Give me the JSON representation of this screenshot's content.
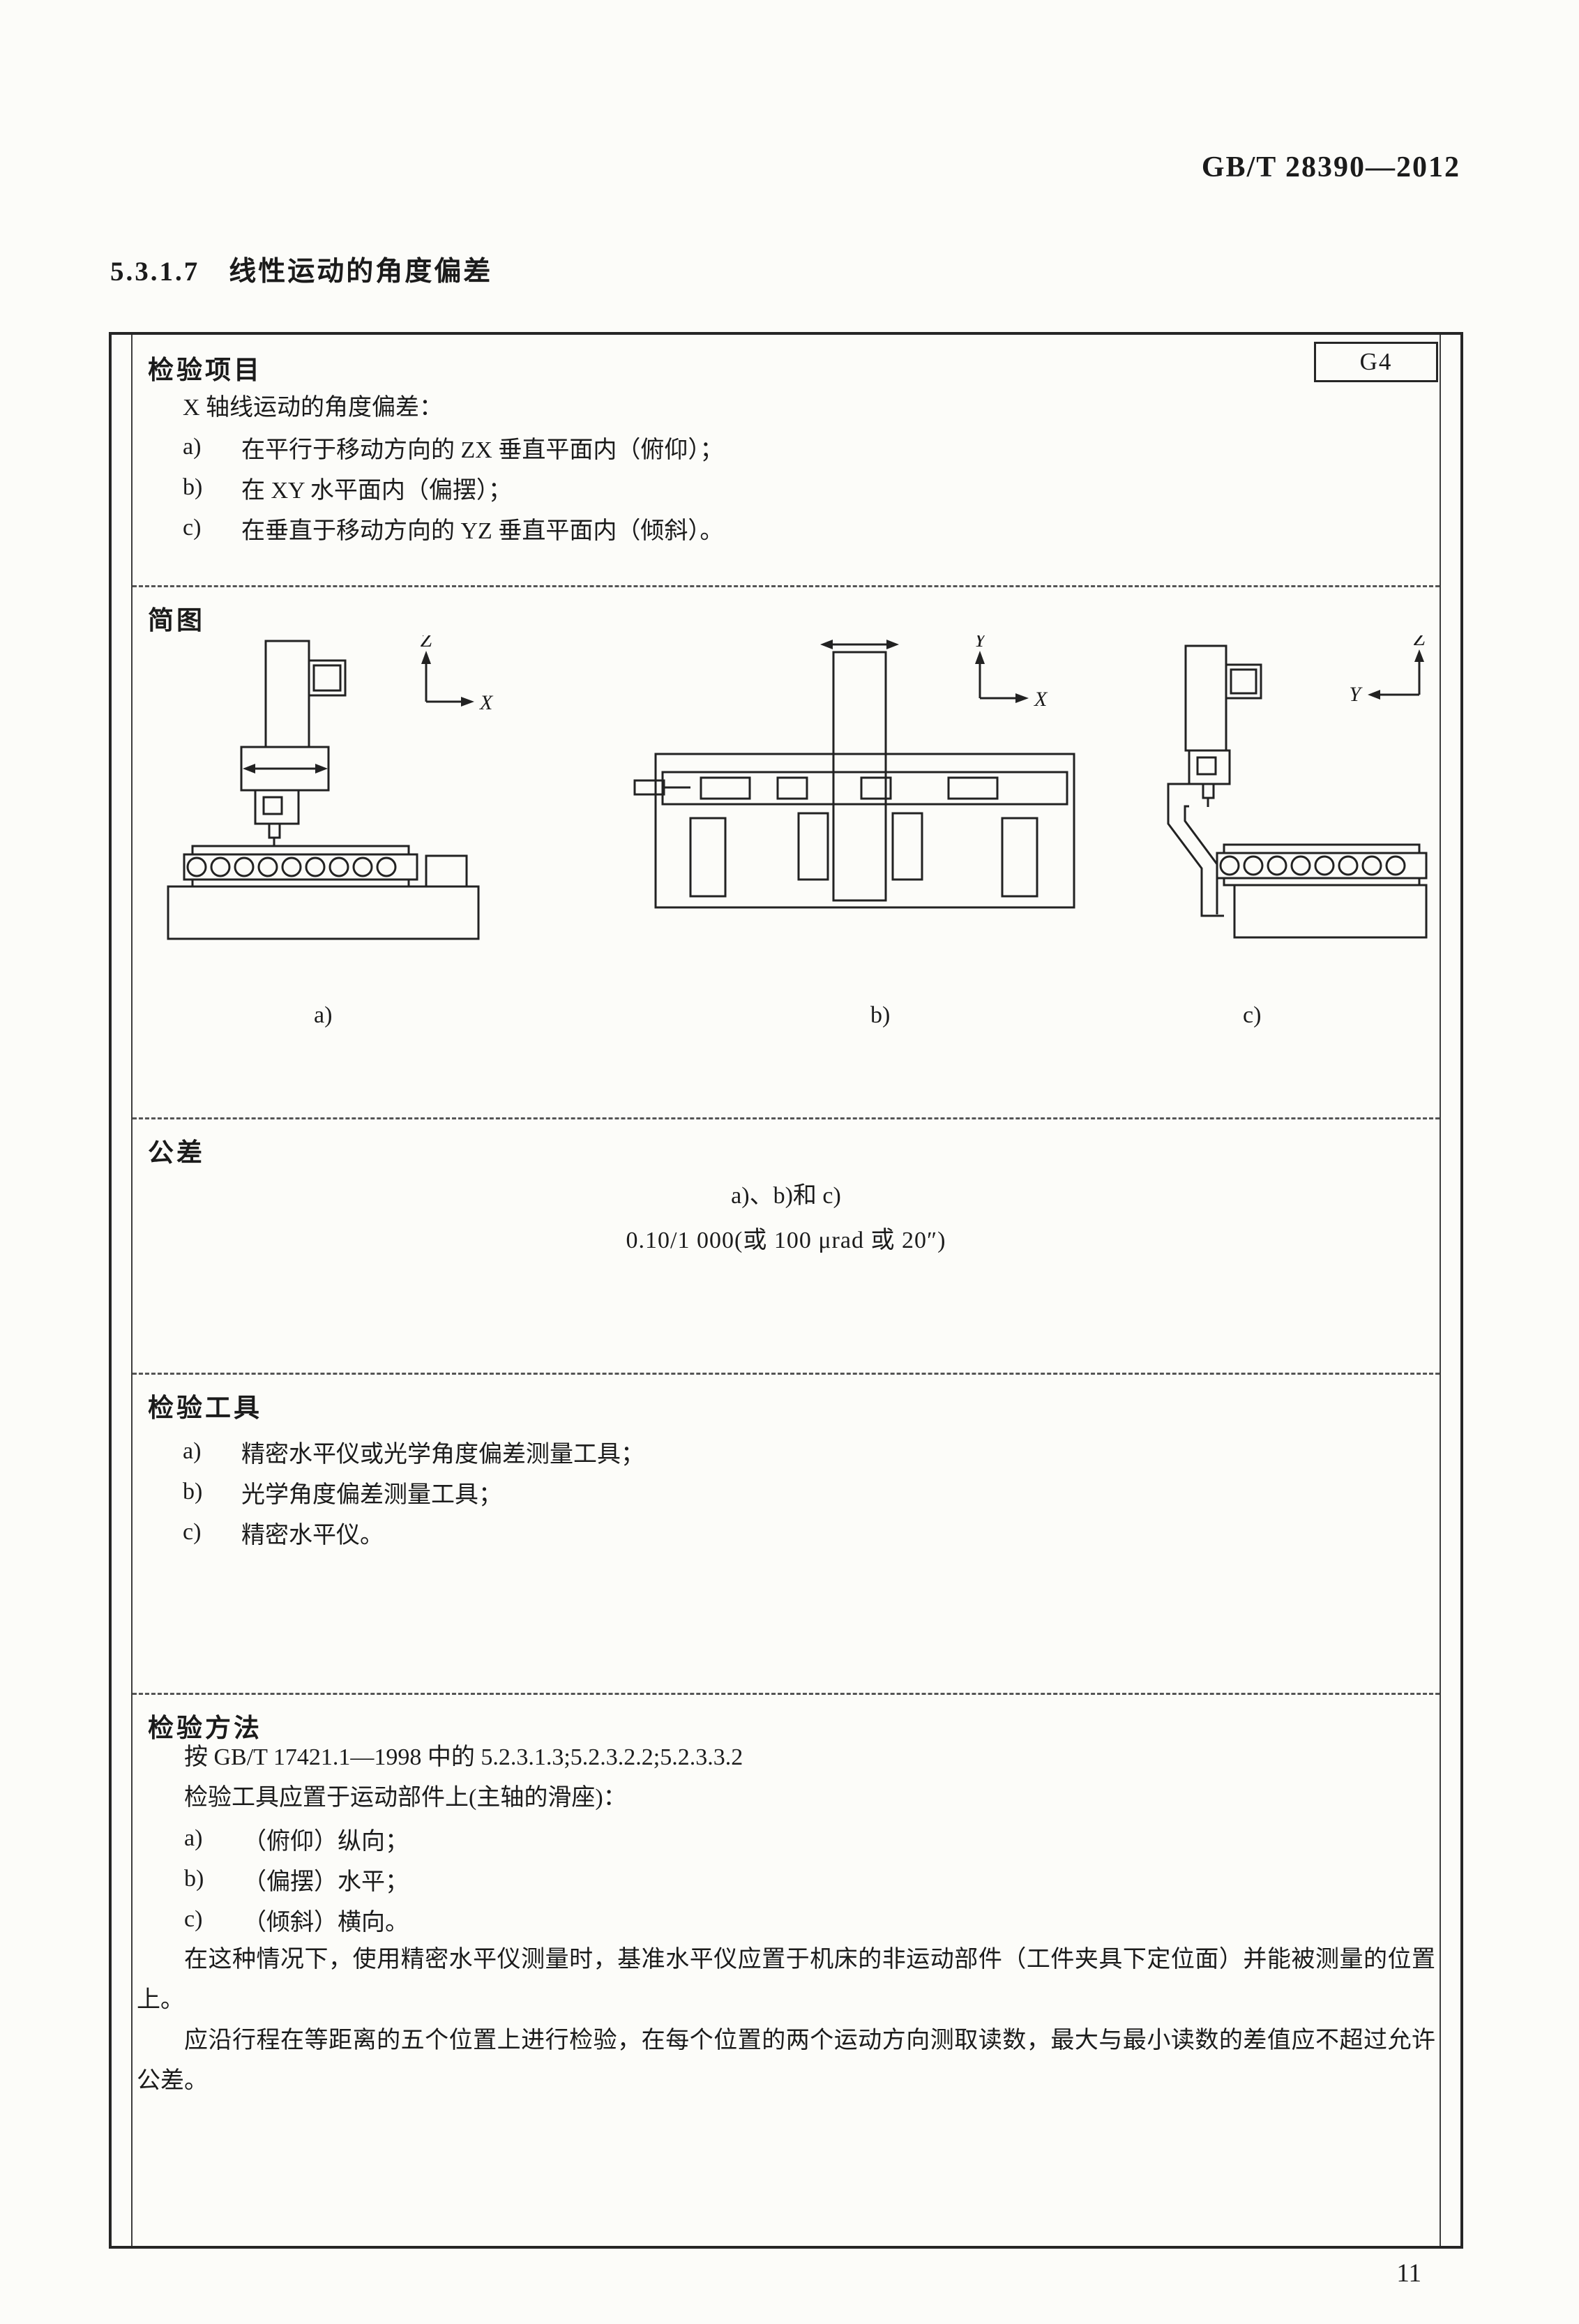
{
  "page": {
    "doc_number": "GB/T 28390—2012",
    "section_heading": "5.3.1.7　线性运动的角度偏差",
    "page_number": "11"
  },
  "table": {
    "item": {
      "label": "检验项目",
      "code": "G4",
      "intro": "X 轴线运动的角度偏差：",
      "list": [
        {
          "marker": "a)",
          "text": "在平行于移动方向的 ZX 垂直平面内（俯仰）；"
        },
        {
          "marker": "b)",
          "text": "在 XY 水平面内（偏摆）；"
        },
        {
          "marker": "c)",
          "text": "在垂直于移动方向的 YZ 垂直平面内（倾斜）。"
        }
      ]
    },
    "diagram": {
      "label": "简图",
      "captions": [
        "a)",
        "b)",
        "c)"
      ],
      "axes": {
        "a": {
          "v": "Z",
          "h": "X"
        },
        "b": {
          "v": "Y",
          "h": "X"
        },
        "c": {
          "v": "Z",
          "h": "Y"
        }
      }
    },
    "tolerance": {
      "label": "公差",
      "line1": "a)、b)和 c)",
      "line2": "0.10/1 000(或 100 μrad 或 20″)"
    },
    "tools": {
      "label": "检验工具",
      "list": [
        {
          "marker": "a)",
          "text": "精密水平仪或光学角度偏差测量工具；"
        },
        {
          "marker": "b)",
          "text": "光学角度偏差测量工具；"
        },
        {
          "marker": "c)",
          "text": "精密水平仪。"
        }
      ]
    },
    "method": {
      "label": "检验方法",
      "line1": "按 GB/T 17421.1—1998 中的 5.2.3.1.3;5.2.3.2.2;5.2.3.3.2",
      "line2": "检验工具应置于运动部件上(主轴的滑座)：",
      "list": [
        {
          "marker": "a)",
          "text": "（俯仰）纵向；"
        },
        {
          "marker": "b)",
          "text": "（偏摆）水平；"
        },
        {
          "marker": "c)",
          "text": "（倾斜）横向。"
        }
      ],
      "para1": "在这种情况下，使用精密水平仪测量时，基准水平仪应置于机床的非运动部件（工件夹具下定位面）并能被测量的位置上。",
      "para2": "应沿行程在等距离的五个位置上进行检验，在每个位置的两个运动方向测取读数，最大与最小读数的差值应不超过允许公差。"
    }
  }
}
